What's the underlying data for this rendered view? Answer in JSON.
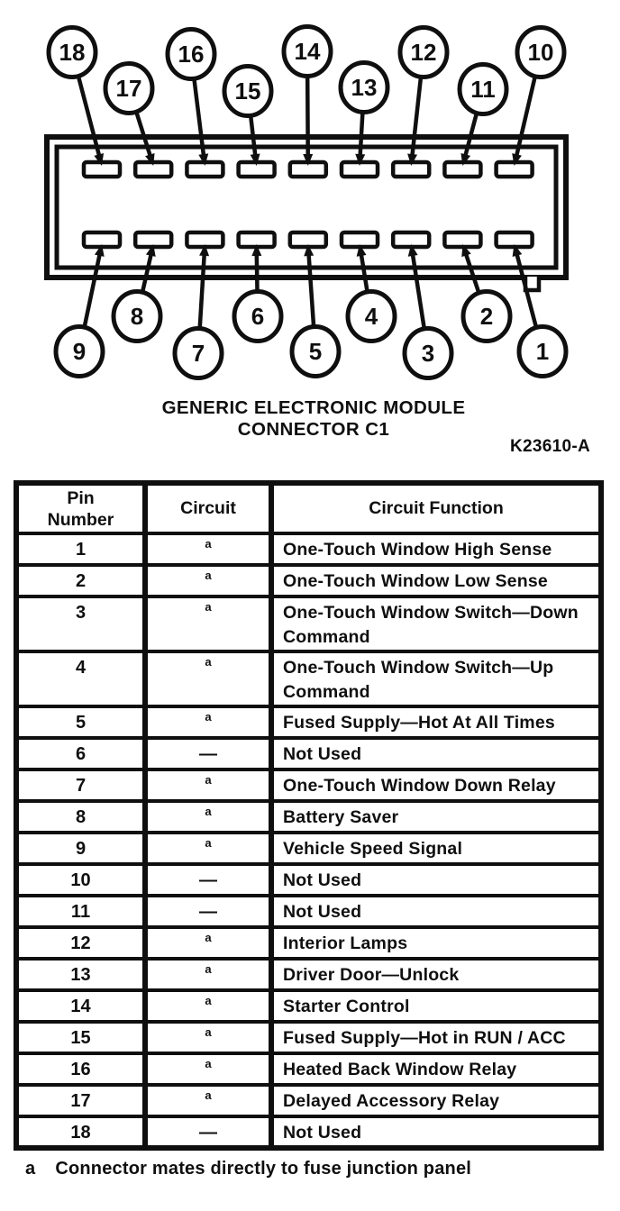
{
  "page": {
    "background": "#ffffff",
    "ink": "#0f0f0f"
  },
  "diagram": {
    "caption_line1": "GENERIC ELECTRONIC MODULE",
    "caption_line2": "CONNECTOR C1",
    "figure_code": "K23610-A",
    "top_callouts": [
      "18",
      "17",
      "16",
      "15",
      "14",
      "13",
      "12",
      "11",
      "10"
    ],
    "bottom_callouts": [
      "9",
      "8",
      "7",
      "6",
      "5",
      "4",
      "3",
      "2",
      "1"
    ]
  },
  "table": {
    "headers": [
      "Pin Number",
      "Circuit",
      "Circuit Function"
    ],
    "rows": [
      {
        "pin": "1",
        "circuit": "a",
        "function": "One-Touch Window High Sense",
        "tall": false
      },
      {
        "pin": "2",
        "circuit": "a",
        "function": "One-Touch Window Low Sense",
        "tall": false
      },
      {
        "pin": "3",
        "circuit": "a",
        "function": "One-Touch Window Switch—Down Command",
        "tall": true
      },
      {
        "pin": "4",
        "circuit": "a",
        "function": "One-Touch Window Switch—Up Command",
        "tall": true
      },
      {
        "pin": "5",
        "circuit": "a",
        "function": "Fused Supply—Hot At All Times",
        "tall": false
      },
      {
        "pin": "6",
        "circuit": "—",
        "function": "Not Used",
        "tall": false
      },
      {
        "pin": "7",
        "circuit": "a",
        "function": "One-Touch Window Down Relay",
        "tall": false
      },
      {
        "pin": "8",
        "circuit": "a",
        "function": "Battery Saver",
        "tall": false
      },
      {
        "pin": "9",
        "circuit": "a",
        "function": "Vehicle Speed Signal",
        "tall": false
      },
      {
        "pin": "10",
        "circuit": "—",
        "function": "Not Used",
        "tall": false
      },
      {
        "pin": "11",
        "circuit": "—",
        "function": "Not Used",
        "tall": false
      },
      {
        "pin": "12",
        "circuit": "a",
        "function": "Interior Lamps",
        "tall": false
      },
      {
        "pin": "13",
        "circuit": "a",
        "function": "Driver Door—Unlock",
        "tall": false
      },
      {
        "pin": "14",
        "circuit": "a",
        "function": "Starter Control",
        "tall": false
      },
      {
        "pin": "15",
        "circuit": "a",
        "function": "Fused Supply—Hot in RUN / ACC",
        "tall": false
      },
      {
        "pin": "16",
        "circuit": "a",
        "function": "Heated Back Window Relay",
        "tall": false
      },
      {
        "pin": "17",
        "circuit": "a",
        "function": "Delayed Accessory Relay",
        "tall": false
      },
      {
        "pin": "18",
        "circuit": "—",
        "function": "Not Used",
        "tall": false
      }
    ]
  },
  "footnote": {
    "marker": "a",
    "text": "Connector mates directly to fuse junction panel"
  }
}
